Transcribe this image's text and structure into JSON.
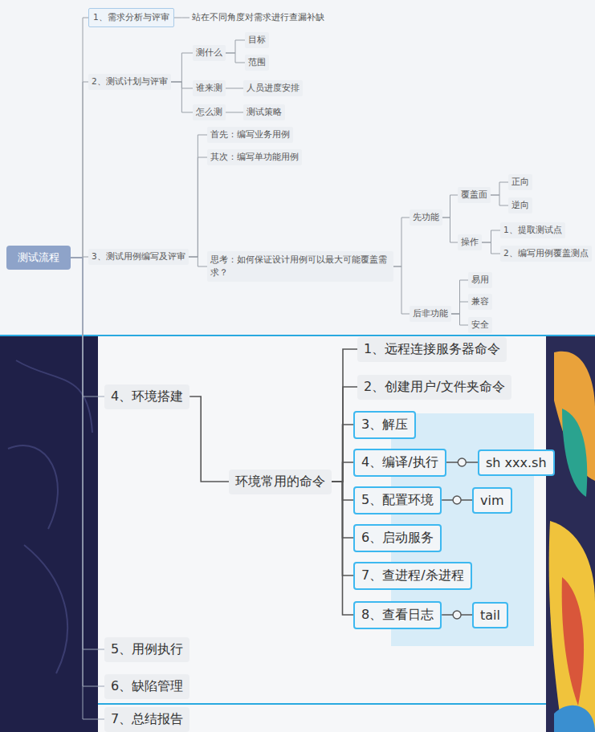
{
  "diagram": {
    "nodes": [
      {
        "text": [
          "测试流程"
        ]
      },
      {
        "text": [
          "1、需求分析与评审"
        ]
      },
      {
        "text": [
          "站在不同角度对需求进行查漏补缺"
        ]
      },
      {
        "text": [
          "2、测试计划与评审"
        ]
      },
      {
        "text": [
          "测什么"
        ]
      },
      {
        "text": [
          "目标"
        ]
      },
      {
        "text": [
          "范围"
        ]
      },
      {
        "text": [
          "谁来测"
        ]
      },
      {
        "text": [
          "人员进度安排"
        ]
      },
      {
        "text": [
          "怎么测"
        ]
      },
      {
        "text": [
          "测试策略"
        ]
      },
      {
        "text": [
          "3、测试用例编写及评审"
        ]
      },
      {
        "text": [
          "首先：编写业务用例"
        ]
      },
      {
        "text": [
          "其次：编写单功能用例"
        ]
      },
      {
        "text": [
          "思考：如何保证设计用例可以最大可能覆盖需求？"
        ]
      },
      {
        "text": [
          "先功能"
        ]
      },
      {
        "text": [
          "覆盖面"
        ]
      },
      {
        "text": [
          "正向"
        ]
      },
      {
        "text": [
          "逆向"
        ]
      },
      {
        "text": [
          "操作"
        ]
      },
      {
        "text": [
          "1、提取测试点"
        ]
      },
      {
        "text": [
          "2、编写用例覆盖测点"
        ]
      },
      {
        "text": [
          "后非功能"
        ]
      },
      {
        "text": [
          "易用"
        ]
      },
      {
        "text": [
          "兼容"
        ]
      },
      {
        "text": [
          "安全"
        ]
      },
      {
        "text": [
          "4、环境搭建"
        ]
      },
      {
        "text": [
          "环境常用的命令"
        ]
      },
      {
        "text": [
          "1、远程连接服务器命令"
        ]
      },
      {
        "text": [
          "2、创建用户/文件夹命令"
        ]
      },
      {
        "text": [
          "3、解压"
        ]
      },
      {
        "text": [
          "4、编译/执行"
        ]
      },
      {
        "text": [
          "sh xxx.sh"
        ]
      },
      {
        "text": [
          "5、配置环境"
        ]
      },
      {
        "text": [
          "vim"
        ]
      },
      {
        "text": [
          "6、启动服务"
        ]
      },
      {
        "text": [
          "7、查进程/杀进程"
        ]
      },
      {
        "text": [
          "8、查看日志"
        ]
      },
      {
        "text": [
          "tail"
        ]
      },
      {
        "text": [
          "5、用例执行"
        ]
      },
      {
        "text": [
          "6、缺陷管理"
        ]
      },
      {
        "text": [
          "7、总结报告"
        ]
      }
    ],
    "edges": [
      {
        "from": 0,
        "to": 1,
        "arrow": "none"
      },
      {
        "from": 0,
        "to": 3,
        "arrow": "none"
      },
      {
        "from": 0,
        "to": 11,
        "arrow": "none"
      },
      {
        "from": 0,
        "to": 26,
        "arrow": "none"
      },
      {
        "from": 0,
        "to": 39,
        "arrow": "none"
      },
      {
        "from": 0,
        "to": 40,
        "arrow": "none"
      },
      {
        "from": 0,
        "to": 41,
        "arrow": "none"
      },
      {
        "from": 1,
        "to": 2,
        "arrow": "none"
      },
      {
        "from": 3,
        "to": 4,
        "arrow": "none"
      },
      {
        "from": 3,
        "to": 7,
        "arrow": "none"
      },
      {
        "from": 3,
        "to": 9,
        "arrow": "none"
      },
      {
        "from": 4,
        "to": 5,
        "arrow": "none"
      },
      {
        "from": 4,
        "to": 6,
        "arrow": "none"
      },
      {
        "from": 7,
        "to": 8,
        "arrow": "none"
      },
      {
        "from": 9,
        "to": 10,
        "arrow": "none"
      },
      {
        "from": 11,
        "to": 12,
        "arrow": "none"
      },
      {
        "from": 11,
        "to": 13,
        "arrow": "none"
      },
      {
        "from": 11,
        "to": 14,
        "arrow": "none"
      },
      {
        "from": 14,
        "to": 15,
        "arrow": "none"
      },
      {
        "from": 14,
        "to": 22,
        "arrow": "none"
      },
      {
        "from": 15,
        "to": 16,
        "arrow": "none"
      },
      {
        "from": 15,
        "to": 19,
        "arrow": "none"
      },
      {
        "from": 16,
        "to": 17,
        "arrow": "none"
      },
      {
        "from": 16,
        "to": 18,
        "arrow": "none"
      },
      {
        "from": 19,
        "to": 20,
        "arrow": "none"
      },
      {
        "from": 19,
        "to": 21,
        "arrow": "none"
      },
      {
        "from": 22,
        "to": 23,
        "arrow": "none"
      },
      {
        "from": 22,
        "to": 24,
        "arrow": "none"
      },
      {
        "from": 22,
        "to": 25,
        "arrow": "none"
      },
      {
        "from": 26,
        "to": 27,
        "arrow": "none"
      },
      {
        "from": 27,
        "to": 28,
        "arrow": "none"
      },
      {
        "from": 27,
        "to": 29,
        "arrow": "none"
      },
      {
        "from": 27,
        "to": 30,
        "arrow": "none"
      },
      {
        "from": 27,
        "to": 31,
        "arrow": "none"
      },
      {
        "from": 27,
        "to": 33,
        "arrow": "none"
      },
      {
        "from": 27,
        "to": 35,
        "arrow": "none"
      },
      {
        "from": 27,
        "to": 36,
        "arrow": "none"
      },
      {
        "from": 27,
        "to": 37,
        "arrow": "none"
      },
      {
        "from": 31,
        "to": 32,
        "arrow": "none"
      },
      {
        "from": 33,
        "to": 34,
        "arrow": "none"
      },
      {
        "from": 37,
        "to": 38,
        "arrow": "none"
      }
    ]
  }
}
